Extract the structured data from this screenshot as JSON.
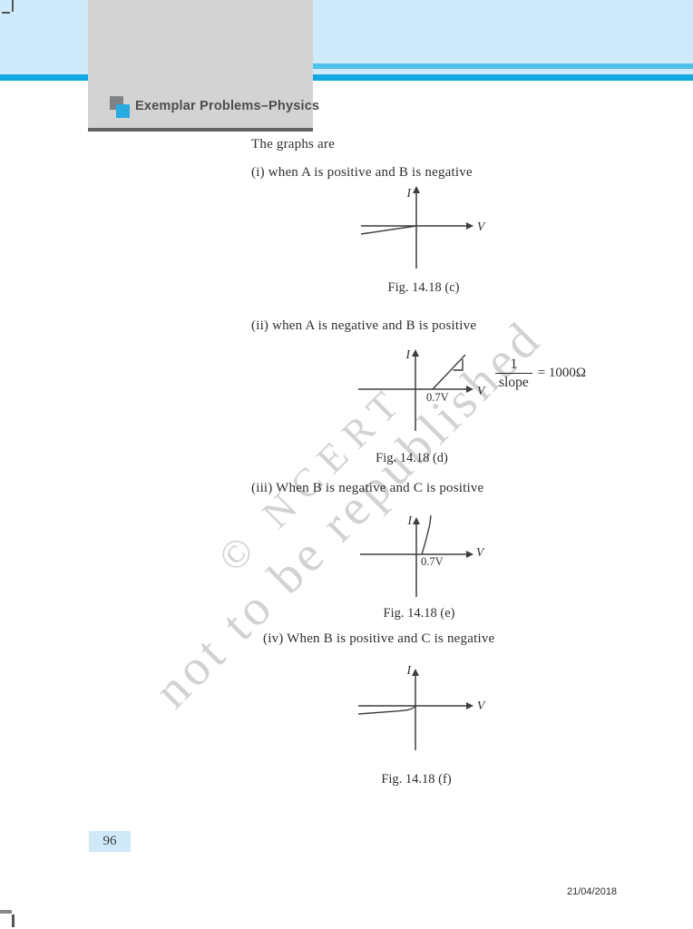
{
  "page": {
    "header": {
      "title": "Exemplar Problems–Physics"
    },
    "intro_text": "The graphs are",
    "sections": [
      {
        "label": "(i) when A is positive and B is negative",
        "caption": "Fig. 14.18 (c)"
      },
      {
        "label": "(ii) when A is negative and B is positive",
        "caption": "Fig. 14.18 (d)"
      },
      {
        "label": "(iii) When B is negative and C is positive",
        "caption": "Fig. 14.18 (e)"
      },
      {
        "label": "(iv) When B is positive and C is negative",
        "caption": "Fig. 14.18 (f)"
      }
    ],
    "figure_labels": {
      "axis_x": "V",
      "axis_y": "I",
      "threshold": "0.7V"
    },
    "formula": {
      "numerator": "1",
      "denominator": "slope",
      "rhs": "= 1000Ω"
    },
    "watermark": {
      "line1": "© NCERT",
      "line2": "not to be republished"
    },
    "footer": {
      "page_number": "96",
      "date": "21/04/2018"
    },
    "colors": {
      "band_light_blue": "#cfeafa",
      "stripe_cyan": "#4fc1ea",
      "stripe_dark_blue": "#14a8e2",
      "header_box_gray": "#d3d3d3",
      "header_rule_gray": "#636363",
      "logo_gray": "#808285",
      "logo_cyan": "#29abe2",
      "page_number_bg": "#cfe9f8",
      "body_text": "#2f2f2f",
      "watermark_gray": "#d2d2d2"
    }
  },
  "chart_data": [
    {
      "id": "fig_14_18_c",
      "type": "line",
      "title": "Fig. 14.18 (c)",
      "xlabel": "V",
      "ylabel": "I",
      "grid": false,
      "legend": "none",
      "description": "Diode reverse-bias characteristic (A positive, B negative): nearly flat line of small negative current in the third quadrant rising to the origin.",
      "series": [
        {
          "name": "I-V curve",
          "points": [
            [
              -4.0,
              -0.45
            ],
            [
              -2.0,
              -0.25
            ],
            [
              0.0,
              0.0
            ]
          ]
        }
      ],
      "annotations": []
    },
    {
      "id": "fig_14_18_d",
      "type": "line",
      "title": "Fig. 14.18 (d)",
      "xlabel": "V",
      "ylabel": "I",
      "grid": false,
      "legend": "none",
      "description": "Diode forward-bias characteristic (A negative, B positive): zero current up to knee voltage 0.7V, then straight line rising at ~45° with slope indicator triangle; 1/slope = 1000Ω.",
      "series": [
        {
          "name": "I-V curve",
          "points": [
            [
              0.0,
              0.0
            ],
            [
              0.7,
              0.0
            ],
            [
              1.4,
              2.6
            ]
          ]
        }
      ],
      "annotations": [
        "0.7V",
        "1/slope = 1000Ω"
      ]
    },
    {
      "id": "fig_14_18_e",
      "type": "line",
      "title": "Fig. 14.18 (e)",
      "xlabel": "V",
      "ylabel": "I",
      "grid": false,
      "legend": "none",
      "description": "Diode forward characteristic (B negative, C positive): current rises steeply (near-exponential) just beyond 0.7V.",
      "series": [
        {
          "name": "I-V curve",
          "points": [
            [
              0.0,
              0.0
            ],
            [
              0.6,
              0.1
            ],
            [
              0.65,
              0.8
            ],
            [
              0.7,
              2.2
            ],
            [
              0.72,
              3.5
            ]
          ]
        }
      ],
      "annotations": [
        "0.7V"
      ]
    },
    {
      "id": "fig_14_18_f",
      "type": "line",
      "title": "Fig. 14.18 (f)",
      "xlabel": "V",
      "ylabel": "I",
      "grid": false,
      "legend": "none",
      "description": "Diode reverse characteristic (B positive, C negative): small nearly constant negative current for negative V, curving up to zero at the origin.",
      "series": [
        {
          "name": "I-V curve",
          "points": [
            [
              -4.0,
              -0.5
            ],
            [
              -1.0,
              -0.4
            ],
            [
              -0.3,
              -0.25
            ],
            [
              0.0,
              0.0
            ]
          ]
        }
      ],
      "annotations": []
    }
  ]
}
